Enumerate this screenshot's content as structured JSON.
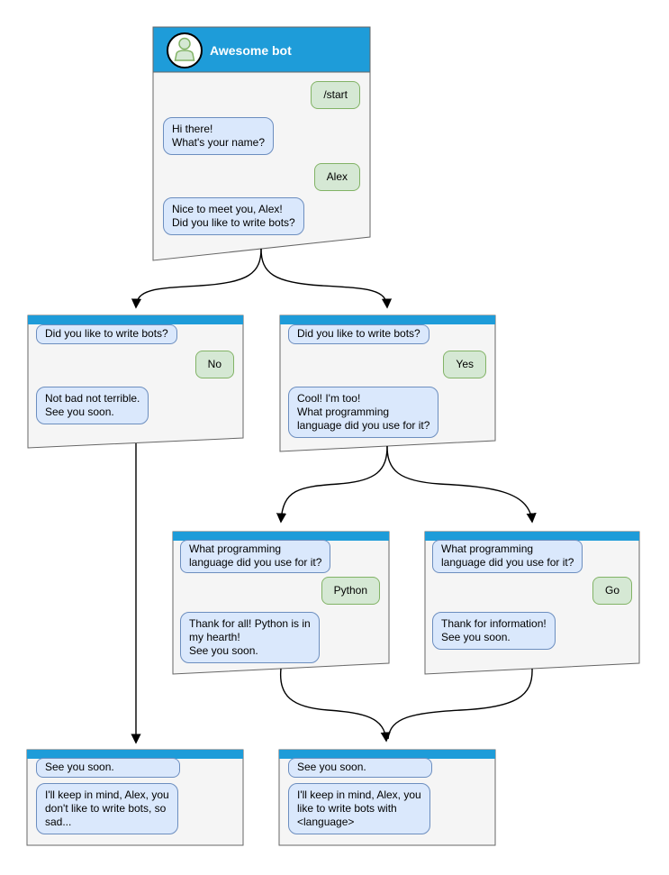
{
  "title": "Awesome bot",
  "root": {
    "start_cmd": "/start",
    "greeting": "Hi there!\nWhat's your name?",
    "name_reply": "Alex",
    "question": "Nice to meet you, Alex!\nDid you like to write bots?"
  },
  "no_branch": {
    "question": "Did you like to write bots?",
    "answer": "No",
    "response": "Not bad not terrible.\nSee you soon."
  },
  "yes_branch": {
    "question": "Did you like to write bots?",
    "answer": "Yes",
    "response": "Cool! I'm too!\nWhat programming\nlanguage did you use for it?"
  },
  "python_branch": {
    "question": "What programming\nlanguage did you use for it?",
    "answer": "Python",
    "response": "Thank for all! Python is in\nmy hearth!\nSee you soon."
  },
  "go_branch": {
    "question": "What programming\nlanguage did you use for it?",
    "answer": "Go",
    "response": "Thank for information!\nSee you soon."
  },
  "end_no": {
    "question": "See you soon.",
    "response": "I'll keep in mind, Alex, you\ndon't like to write bots, so\nsad..."
  },
  "end_yes": {
    "question": "See you soon.",
    "response": "I'll keep in mind, Alex, you\nlike to write bots with\n<language>"
  },
  "colors": {
    "header_blue": "#1e9cd9",
    "window_fill": "#f5f5f5",
    "window_border": "#666666",
    "bot_bubble_fill": "#dae8fc",
    "bot_bubble_border": "#6c8ebf",
    "user_bubble_fill": "#d5e8d4",
    "user_bubble_border": "#82b366"
  }
}
